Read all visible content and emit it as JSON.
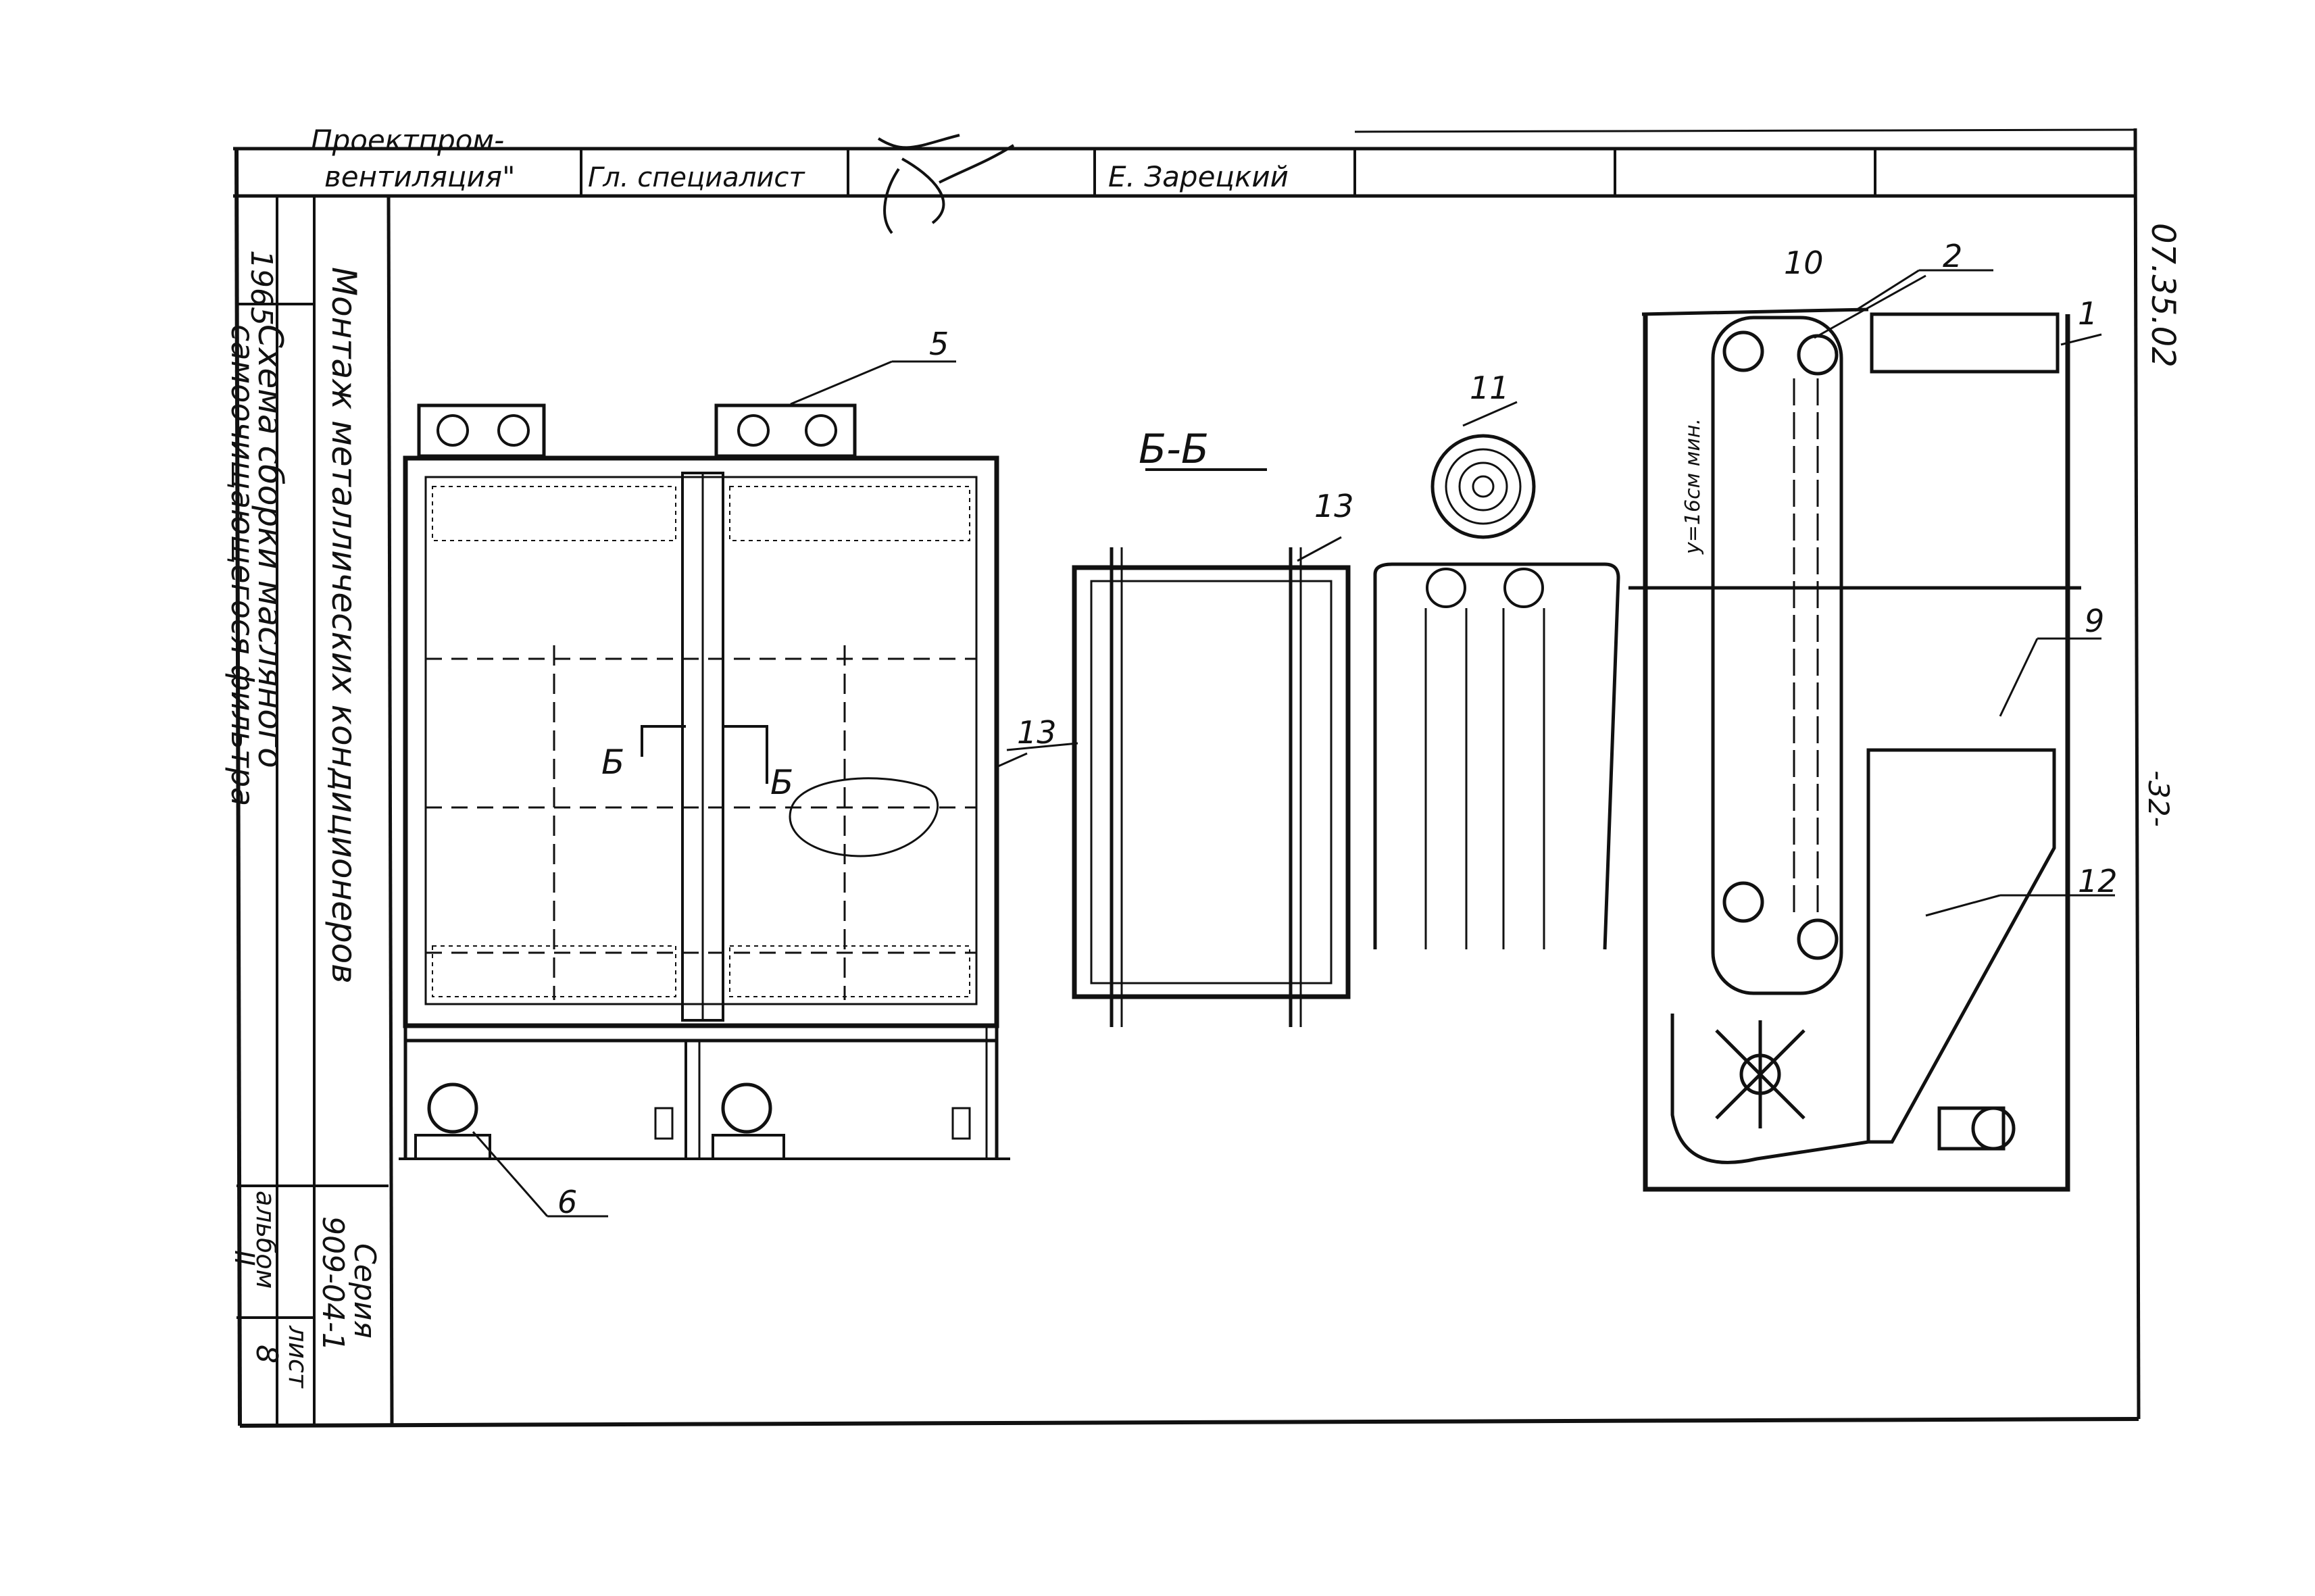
{
  "sheet": {
    "code": "07.35.02",
    "page_mark": "-32-",
    "colors": {
      "ink": "#111111",
      "paper": "#ffffff"
    }
  },
  "title_block": {
    "org_line1": "Проектпром-",
    "org_line2": "вентиляция\"",
    "role": "Гл. специалист",
    "name": "Е. Зарецкий",
    "year": "1965",
    "drawing_title": "Монтаж металлических кондиционеров",
    "sheet_title_line1": "Схема сборки масляного",
    "sheet_title_line2": "самоочищающегося фильтра",
    "series_label": "Серия",
    "series_number": "909-04-1",
    "album_label": "альбом",
    "album_number": "II",
    "sheet_label": "лист",
    "sheet_number": "8"
  },
  "drawing": {
    "section_label": "Б-Б",
    "cut_mark_left": "Б",
    "cut_mark_right": "Б",
    "dimension_note": "y=16см мин.",
    "callouts": [
      "1",
      "2",
      "5",
      "6",
      "9",
      "10",
      "11",
      "12",
      "13",
      "13"
    ],
    "legend_icons": [
      "drive-motor-icon",
      "filter-spiral-icon",
      "sprocket-icon"
    ]
  }
}
